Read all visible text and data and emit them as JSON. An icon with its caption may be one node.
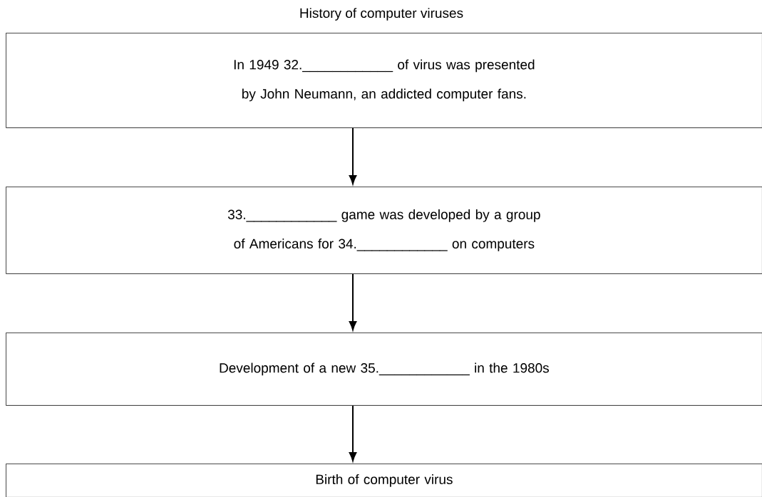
{
  "diagram": {
    "title": "History of computer viruses",
    "nodes": [
      {
        "text": [
          "In 1949 32.____________ of virus was presented by John Neumann, an addicted computer fans."
        ]
      },
      {
        "text": [
          "33.____________ game was developed by a group of Americans for 34.____________ on computers"
        ]
      },
      {
        "text": [
          "Development of a new 35.____________ in the 1980s"
        ]
      },
      {
        "text": [
          "Birth of computer virus"
        ]
      }
    ],
    "edges": [
      {
        "from": 0,
        "to": 1,
        "arrow": "to"
      },
      {
        "from": 1,
        "to": 2,
        "arrow": "to"
      },
      {
        "from": 2,
        "to": 3,
        "arrow": "to"
      }
    ]
  }
}
